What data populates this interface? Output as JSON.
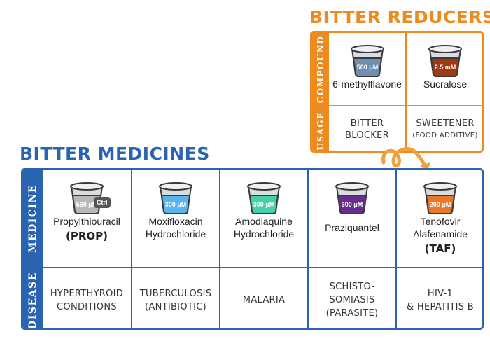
{
  "reducers": {
    "title": "BITTER REDUCERS",
    "row_labels": [
      "COMPOUND",
      "USAGE"
    ],
    "compounds": [
      {
        "name": "6-methylflavone",
        "concentration": "500 μM",
        "color": "#6f8fb0",
        "usage_lines": [
          "BITTER",
          "BLOCKER"
        ],
        "usage_sub": ""
      },
      {
        "name": "Sucralose",
        "concentration": "2.5 mM",
        "color": "#9e3a12",
        "usage_lines": [
          "SWEETENER"
        ],
        "usage_sub": "(FOOD ADDITIVE)"
      }
    ]
  },
  "medicines": {
    "title": "BITTER MEDICINES",
    "row_labels": [
      "MEDICINE",
      "DISEASE"
    ],
    "items": [
      {
        "name_lines": [
          "Propylthiouracil"
        ],
        "abbr": "(PROP)",
        "concentration": "560 μM",
        "color": "#b8b8b8",
        "badge": "Ctrl",
        "disease_lines": [
          "HYPERTHYROID",
          "CONDITIONS"
        ]
      },
      {
        "name_lines": [
          "Moxifloxacin",
          "Hydrochloride"
        ],
        "abbr": "",
        "concentration": "300 μM",
        "color": "#58b4ea",
        "badge": "",
        "disease_lines": [
          "TUBERCULOSIS",
          "(ANTIBIOTIC)"
        ]
      },
      {
        "name_lines": [
          "Amodiaquine",
          "Hydrochloride"
        ],
        "abbr": "",
        "concentration": "300 μM",
        "color": "#48cfa8",
        "badge": "",
        "disease_lines": [
          "MALARIA"
        ]
      },
      {
        "name_lines": [
          "Praziquantel"
        ],
        "abbr": "",
        "concentration": "300 μM",
        "color": "#6a2c8c",
        "badge": "",
        "disease_lines": [
          "SCHISTO-",
          "SOMIASIS",
          "(PARASITE)"
        ]
      },
      {
        "name_lines": [
          "Tenofovir",
          "Alafenamide"
        ],
        "abbr": "(TAF)",
        "concentration": "200 μM",
        "color": "#e8782a",
        "badge": "",
        "disease_lines": [
          "HIV-1",
          "& HEPATITIS B"
        ]
      }
    ]
  },
  "colors": {
    "orange": "#ef8a1e",
    "blue": "#2a64b0"
  }
}
